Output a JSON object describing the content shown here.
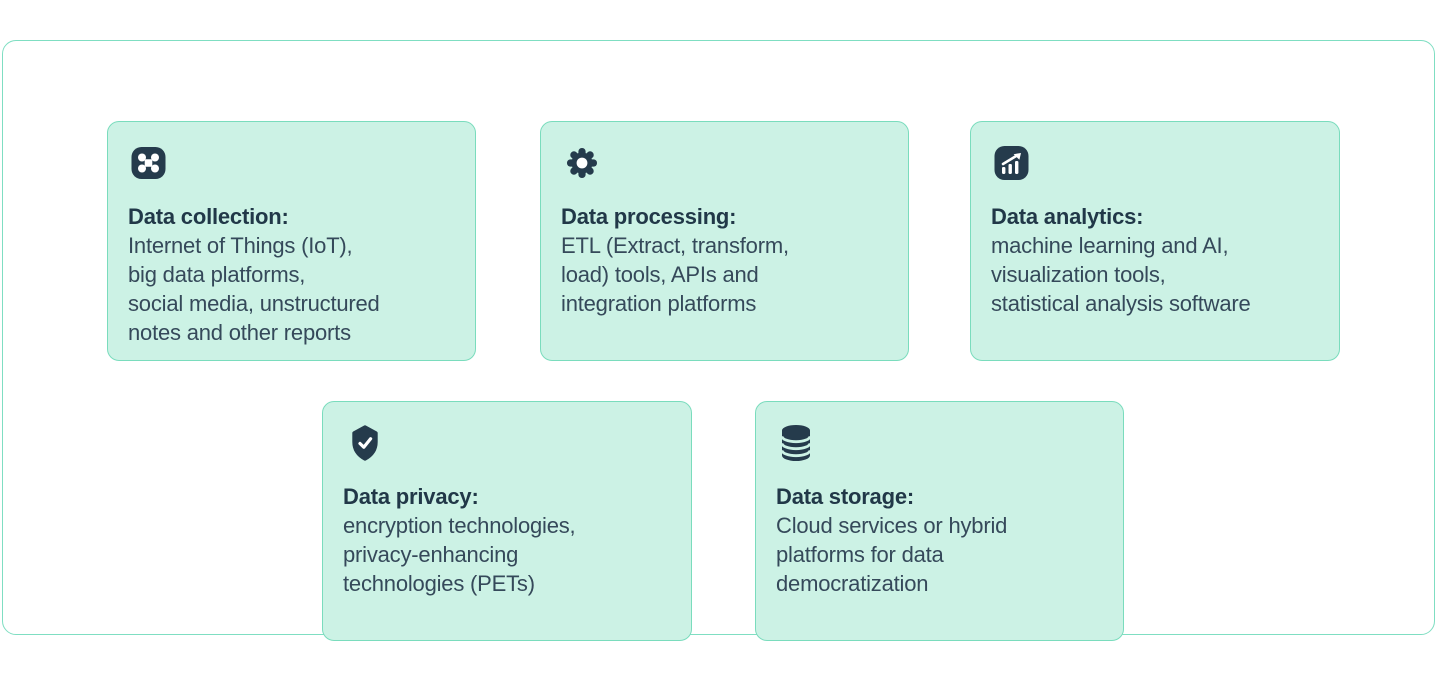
{
  "page": {
    "background_color": "#ffffff"
  },
  "board": {
    "background_color": "#ffffff",
    "border_color": "#7fdec2"
  },
  "card_style": {
    "background_color": "#ccf2e5",
    "border_color": "#7adcbd",
    "icon_color": "#253b4c",
    "title_color": "#213848",
    "body_color": "#35495a"
  },
  "cards": [
    {
      "id": "data-collection",
      "icon": "collection-dots-icon",
      "title": "Data collection:",
      "body": "Internet of Things (IoT),\nbig data platforms,\nsocial media, unstructured\nnotes and other reports"
    },
    {
      "id": "data-processing",
      "icon": "gear-icon",
      "title": "Data processing:",
      "body": "ETL (Extract, transform,\nload) tools, APIs and\nintegration platforms"
    },
    {
      "id": "data-analytics",
      "icon": "chart-growth-icon",
      "title": "Data analytics:",
      "body": "machine learning and AI,\nvisualization tools,\nstatistical analysis software"
    },
    {
      "id": "data-privacy",
      "icon": "shield-check-icon",
      "title": "Data privacy:",
      "body": "encryption technologies,\nprivacy-enhancing\ntechnologies (PETs)"
    },
    {
      "id": "data-storage",
      "icon": "database-icon",
      "title": "Data storage:",
      "body": "Cloud services or hybrid\nplatforms for data\ndemocratization"
    }
  ]
}
